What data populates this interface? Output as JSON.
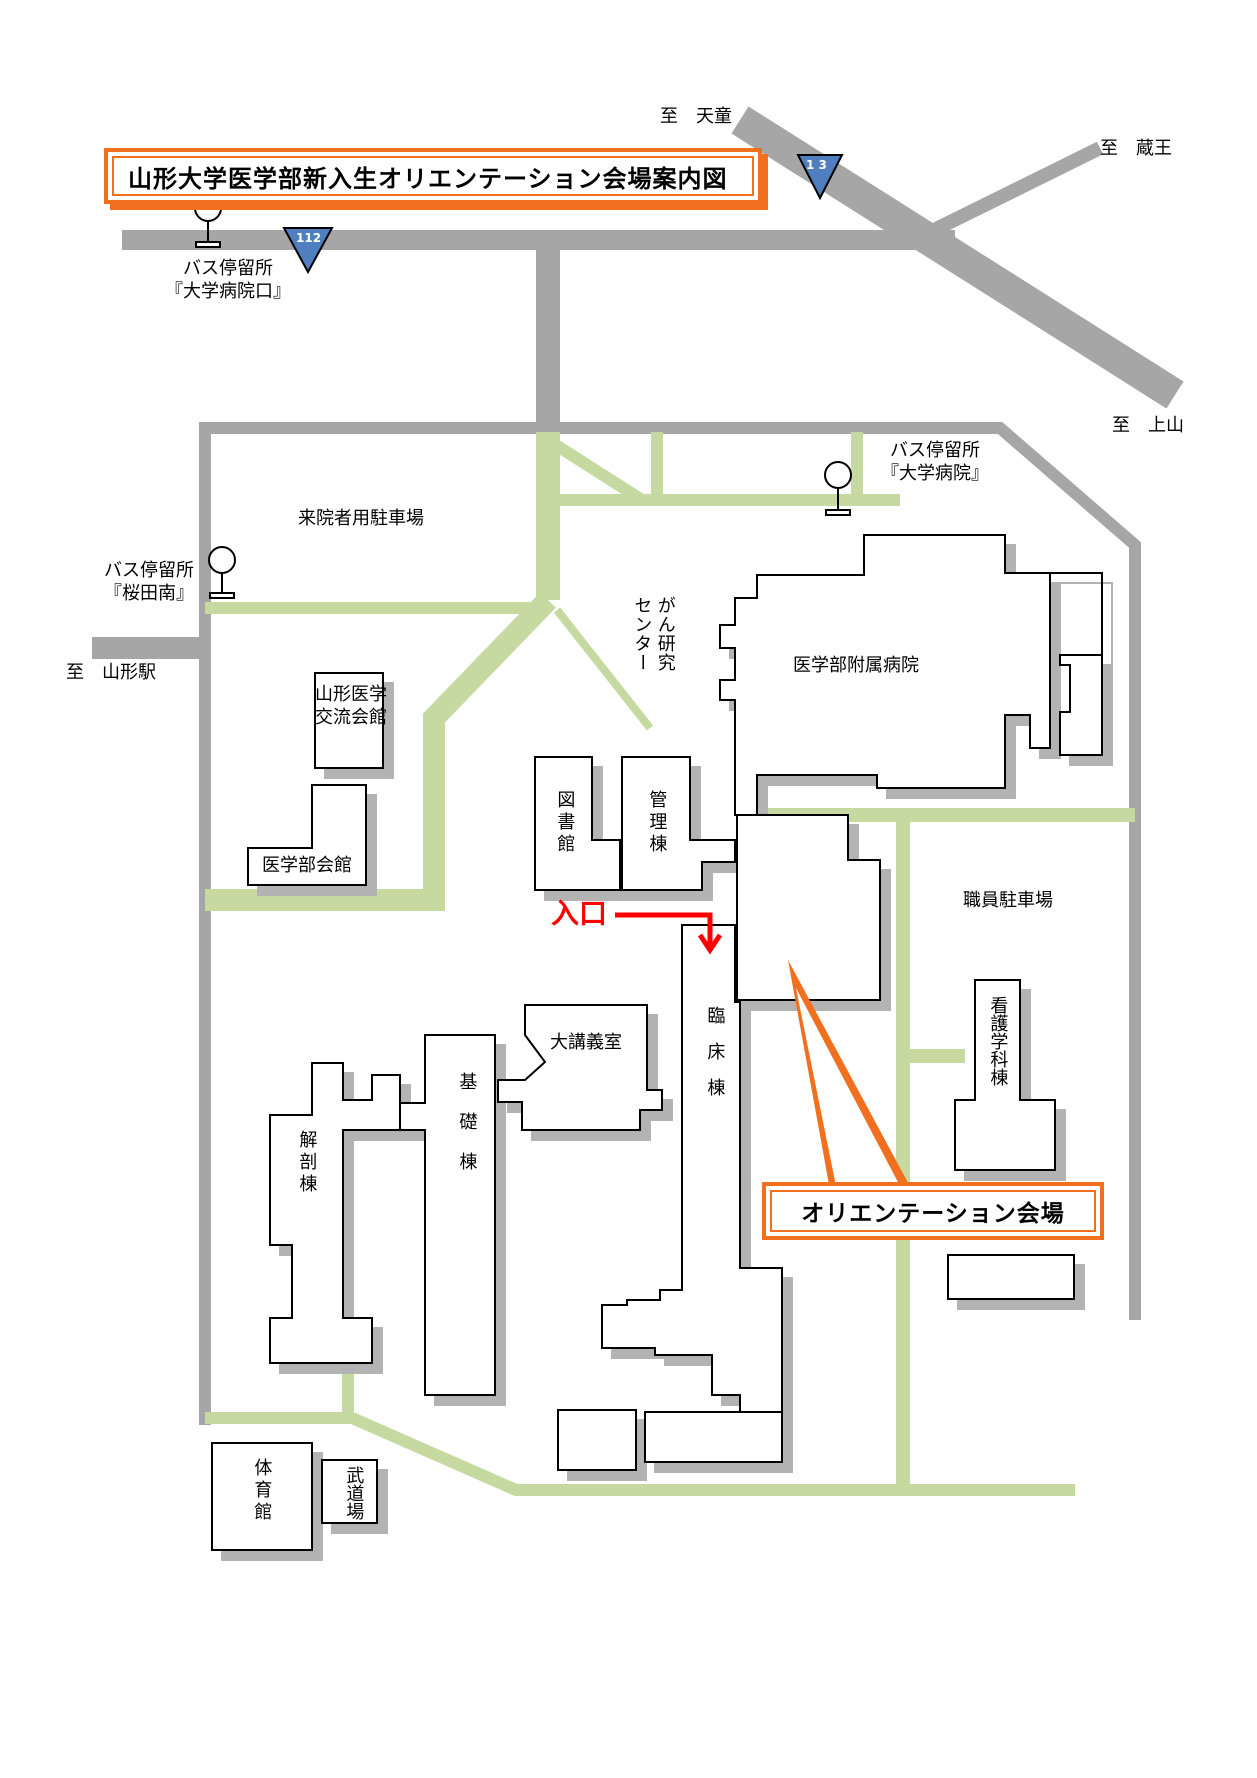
{
  "title": "山形大学医学部新入生オリエンテーション会場案内図",
  "venue_callout": "オリエンテーション会場",
  "entrance": "入口",
  "route_badges": {
    "national_112": "112",
    "national_13": "1 3"
  },
  "directions": {
    "tendo": "至　天童",
    "zao": "至　蔵王",
    "kaminoyama": "至　上山",
    "yamagata_station": "至　山形駅"
  },
  "bus_stops": {
    "hospital_entrance": {
      "line1": "バス停留所",
      "line2": "『大学病院口』"
    },
    "hospital": {
      "line1": "バス停留所",
      "line2": "『大学病院』"
    },
    "sakuradaminami": {
      "line1": "バス停留所",
      "line2": "『桜田南』"
    }
  },
  "areas": {
    "visitor_parking": "来院者用駐車場",
    "staff_parking": "職員駐車場"
  },
  "buildings": {
    "hospital": "医学部附属病院",
    "cancer_center": "がん研究センター",
    "exchange_hall": "山形医学交流会館",
    "faculty_hall": "医学部会館",
    "library": "図書館",
    "admin": "管理棟",
    "lecture_hall": "大講義室",
    "basic": "基礎棟",
    "anatomy": "解剖棟",
    "clinical": "臨床棟",
    "nursing": "看護学科棟",
    "gym": "体育館",
    "dojo": "武道場"
  },
  "colors": {
    "road": "#a6a6a6",
    "path": "#c6d9a0",
    "accent": "#f07020",
    "entrance_arrow": "#ff0000",
    "route_badge": "#4f7fbf"
  },
  "icons": [
    "bus-stop-icon",
    "route-shield-icon",
    "entrance-arrow-icon"
  ]
}
